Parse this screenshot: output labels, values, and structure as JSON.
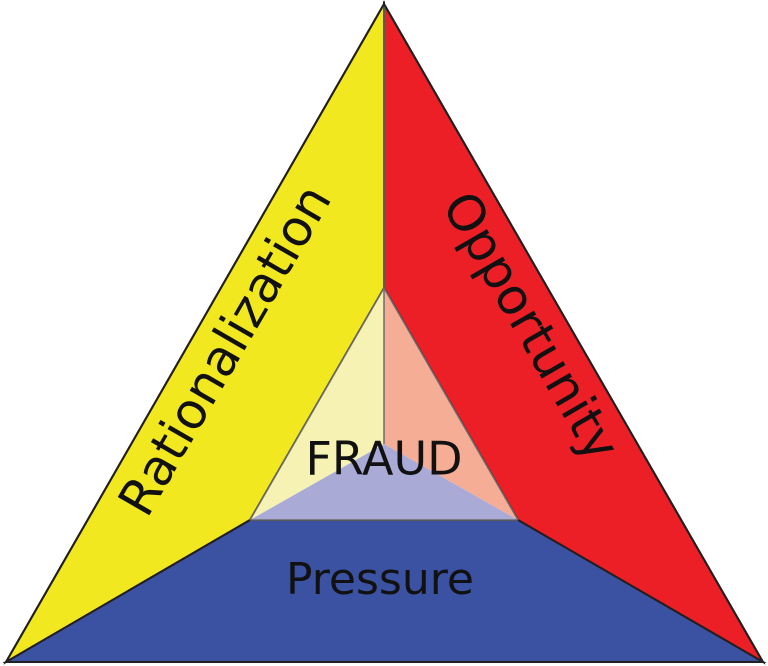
{
  "diagram": {
    "center_label": "FRAUD",
    "segments": [
      {
        "id": "rationalization",
        "label": "Rationalization",
        "color": "#f2e81f",
        "inner_color": "#f6f2b3"
      },
      {
        "id": "opportunity",
        "label": "Opportunity",
        "color": "#ec1f27",
        "inner_color": "#f6ad95"
      },
      {
        "id": "pressure",
        "label": "Pressure",
        "color": "#3b52a3",
        "inner_color": "#a9aad6"
      }
    ]
  }
}
